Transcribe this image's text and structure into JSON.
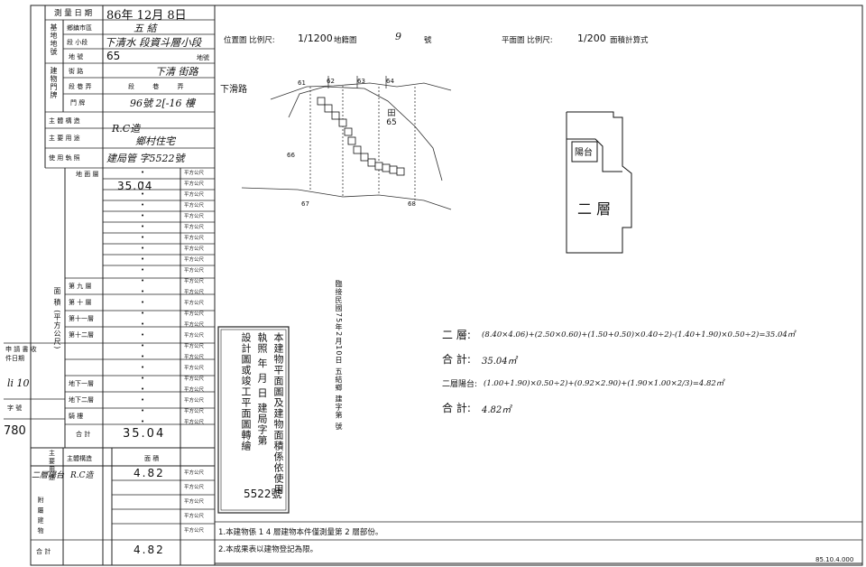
{
  "survey": {
    "date_label": "測 量 日 期",
    "date_value": "86年 12月 8日",
    "land_section_label": "基地地號",
    "township_label": "鄉鎮市區",
    "township_value": "五 結",
    "section_label": "段 小段",
    "section_value": "下清水 段資斗層小段",
    "lot_label": "地 號",
    "lot_value": "65",
    "lot_unit": "地號",
    "door_section_label": "建物門牌",
    "street_label": "街 路",
    "street_value": "下清 街路",
    "lane_label": "段 巷 弄",
    "lane_value": "段 巷 弄",
    "door_label": "門 牌",
    "door_value": "96號 2[-16 樓",
    "structure_label": "主 體 構 造",
    "structure_value": "R.C造",
    "use_label": "主 要 用 途",
    "use_value": "鄉村住宅",
    "permit_label": "使 用 執 照",
    "permit_value": "建局管 字5522號",
    "area_label": "地 面 層",
    "area_side": "面 積 (平方公尺)",
    "unit": "平方公尺",
    "first_area": "35.04",
    "floors": [
      "第 九 層",
      "第 十 層",
      "第十一層",
      "第十二層",
      "",
      "",
      "地下一層",
      "地下二層",
      "騎 樓"
    ],
    "total_label": "合 計",
    "total_value": "35.04",
    "apply_label": "申 請 書 收件日期",
    "apply_date": "li 10",
    "word_label": "字 號",
    "word_no": "780"
  },
  "appendix": {
    "side_label": "附 屬 建 物",
    "col_use": "主 要 用 途",
    "col_struct": "主體構造",
    "col_area": "面 積",
    "row_use": "二層陽台",
    "row_struct": "R.C造",
    "row_area": "4.82",
    "total_label": "合 計",
    "total_value": "4.82"
  },
  "location_map": {
    "title": "位置圖 比例尺:",
    "scale": "1/1200",
    "suffix": "地籍圖",
    "sheet": "9",
    "sheet_suffix": "號",
    "road": "下滑路",
    "parcel": "田 65",
    "neighbors": [
      "61",
      "62",
      "63",
      "64",
      "66",
      "67",
      "68"
    ]
  },
  "plan": {
    "title": "平面圖 比例尺:",
    "scale": "1/200",
    "suffix": "面積計算式",
    "room": "二 層",
    "balcony": "陽台"
  },
  "calc": {
    "line1_label": "二 層:",
    "line1": "(8.40×4.06)+(2.50×0.60)+(1.50+0.50)×0.40÷2)-(1.40+1.90)×0.50÷2)=35.04㎡",
    "line2_label": "合 計:",
    "line2": "35.04㎡",
    "line3_label": "二層陽台:",
    "line3": "(1.00+1.90)×0.50÷2)+(0.92×2.90)+(1.90×1.00×2/3)=4.82㎡",
    "line4_label": "合 計:",
    "line4": "4.82㎡"
  },
  "statement": {
    "cols": [
      "本建物平面圖及建物面積係依使用",
      "執照 年 月 日 建局字第",
      "設計圖或竣工平面圖轉繪",
      "5522號"
    ]
  },
  "stamp": {
    "text": "臨接民國75年2月10日 五結鄉 建字第 號"
  },
  "notes": {
    "note1": "1.本建物係 1 4 層建物本件僅測量第 2 層部份。",
    "note2": "2.本成果表以建物登記為限。"
  },
  "footer": {
    "code": "85.10.4.000"
  }
}
